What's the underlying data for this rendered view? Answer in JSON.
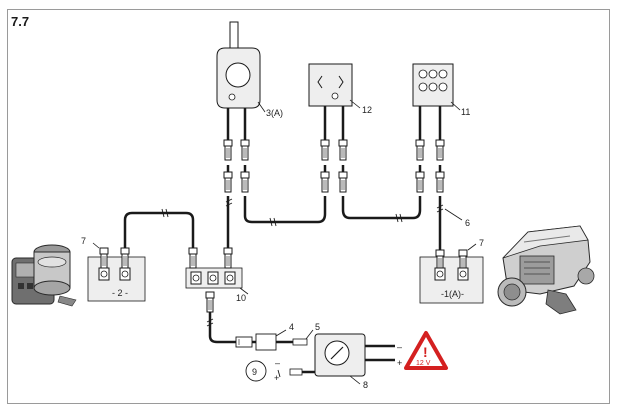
{
  "section": {
    "number": "7.7"
  },
  "labels": {
    "lever_control": "3(A)",
    "panel": "12",
    "keypad": "11",
    "harness": "6",
    "junction_left": "7",
    "junction_right": "7",
    "thruster_left_id": "- 2 -",
    "thruster_right_id": "-1(A)-",
    "splitter": "10",
    "fuse_cable": "4",
    "fuse": "5",
    "main_switch": "8",
    "battery_ref": "9",
    "minus_top": "–",
    "plus_top": "+",
    "minus_bottom": "–",
    "plus_bottom": "+",
    "voltage": "12 V",
    "warning_mark": "!"
  },
  "icons": {
    "warning": "warning-triangle-icon",
    "left_thruster": "thruster-motor-icon",
    "right_thruster": "outboard-engine-icon"
  },
  "colors": {
    "cable": "#1a1a1a",
    "panel_fill": "#eeeeee",
    "warning_red": "#d42020"
  }
}
